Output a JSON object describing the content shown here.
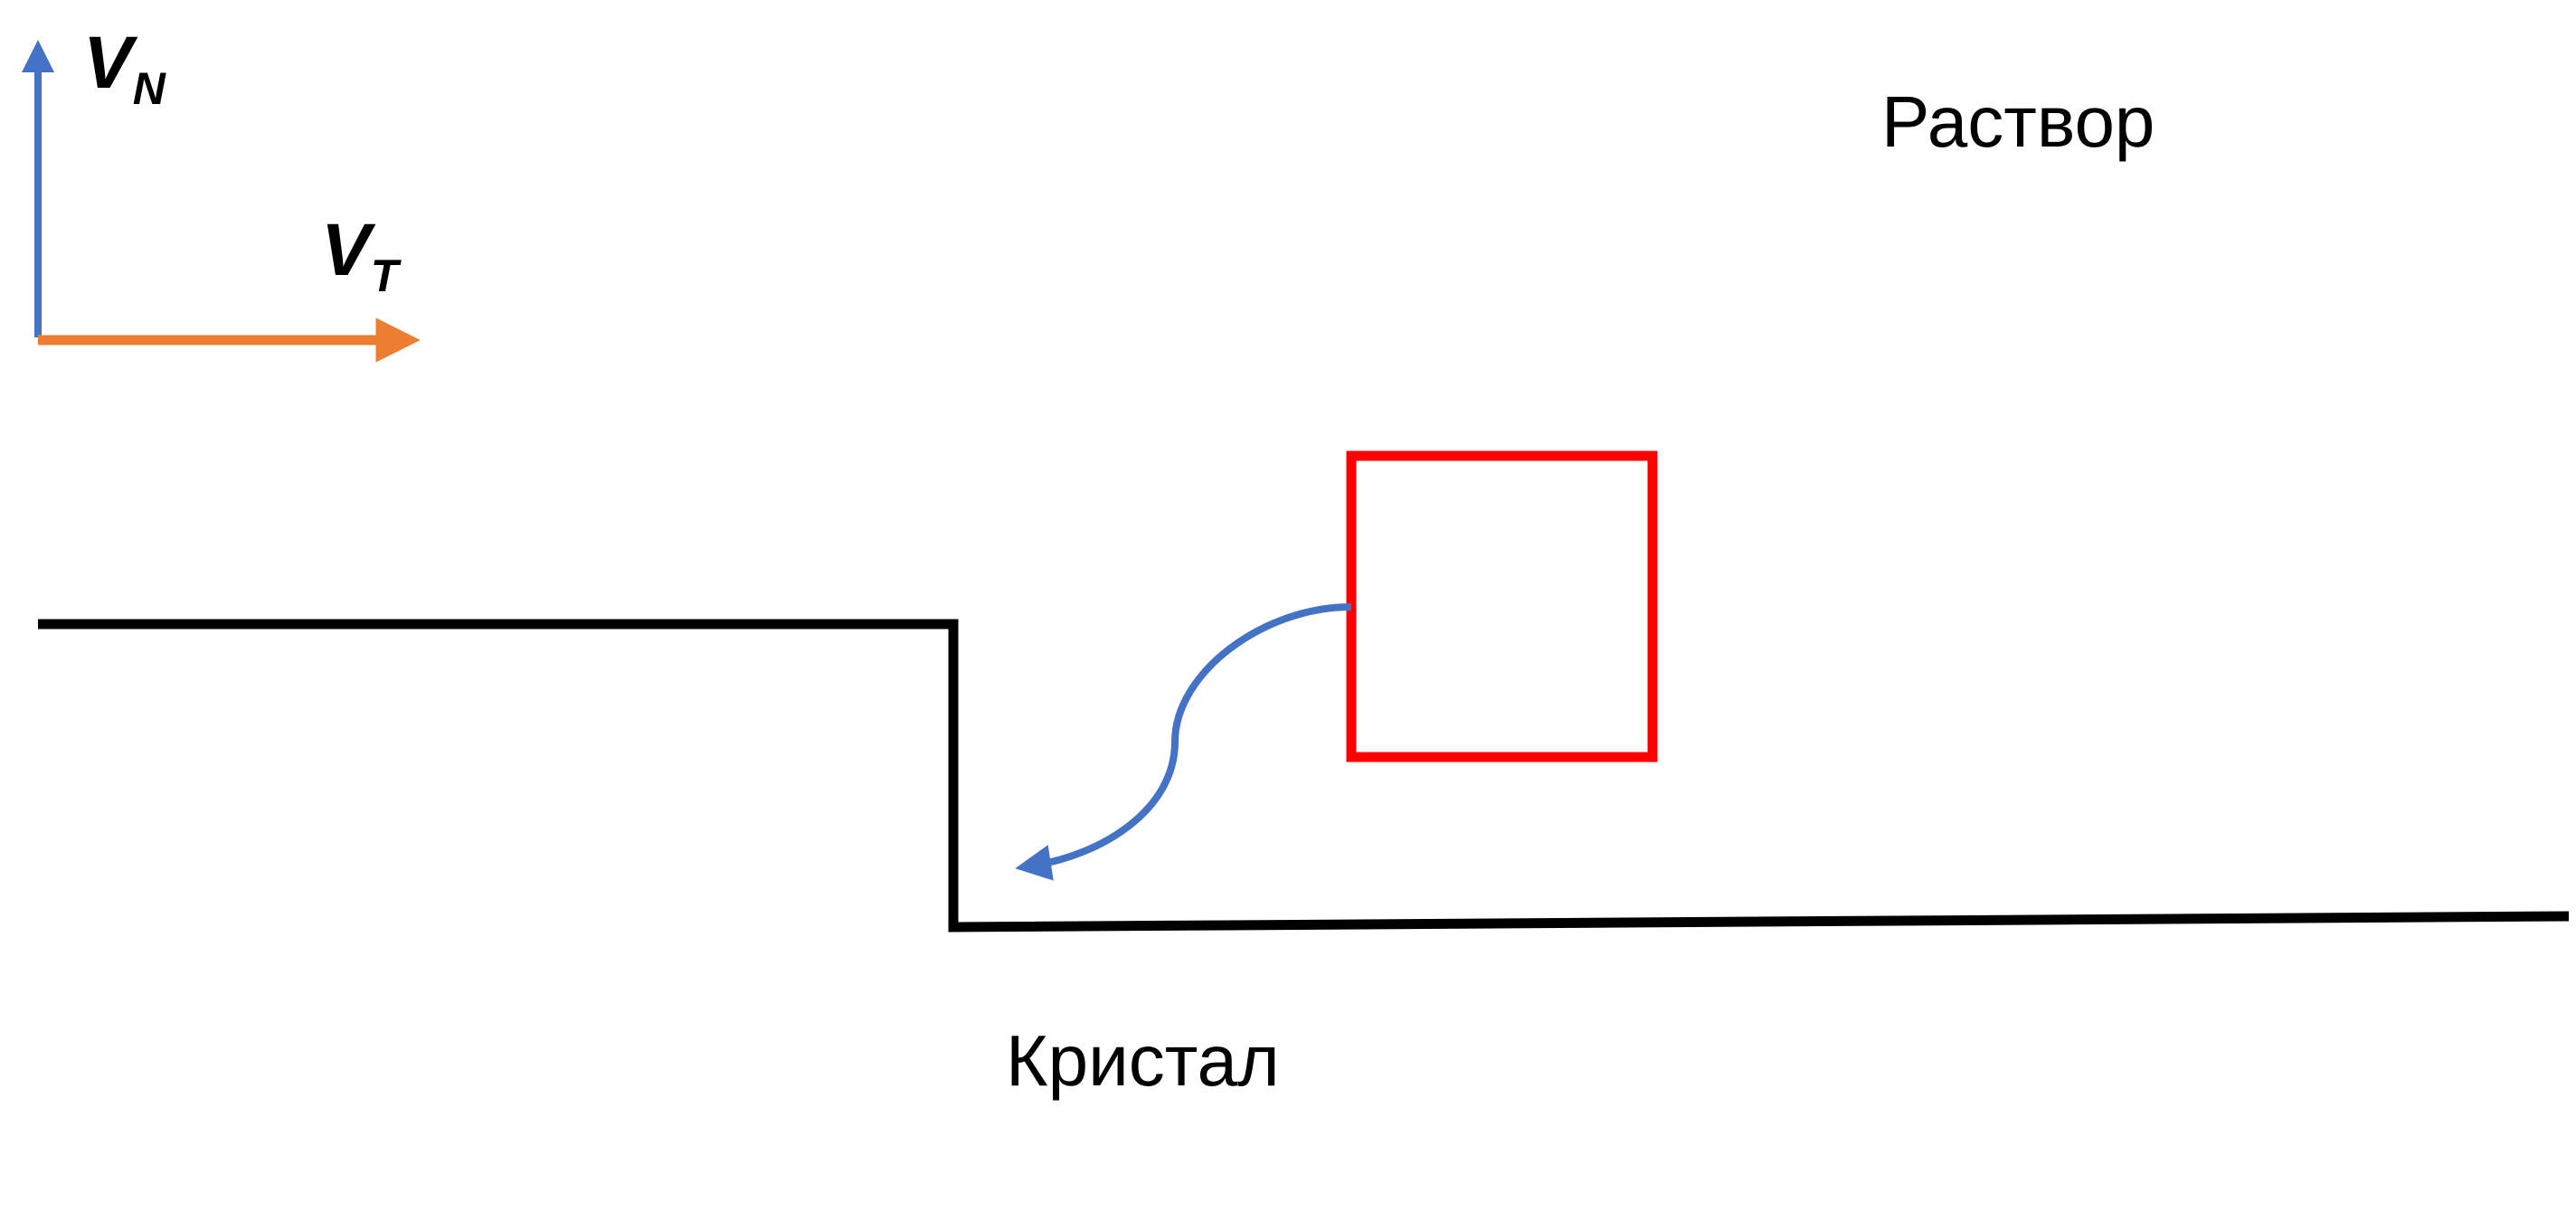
{
  "labels": {
    "solution": "Раствор",
    "crystal": "Кристал"
  },
  "axes": {
    "normal": {
      "symbol": "V",
      "subscript": "N",
      "color": "#4472C4"
    },
    "tangential": {
      "symbol": "V",
      "subscript": "T",
      "color": "#ED7D31"
    }
  },
  "colors": {
    "crystal_surface": "#000000",
    "particle_box": "#FF0000",
    "diffusion_path": "#4472C4"
  }
}
